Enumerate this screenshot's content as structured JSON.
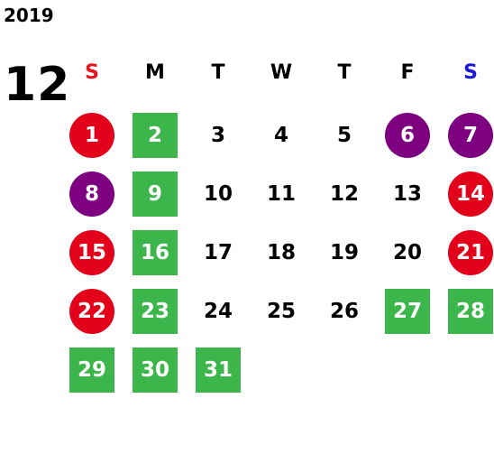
{
  "year": "2019",
  "month": "12",
  "colors": {
    "sunday_label": "#e8141e",
    "saturday_label": "#1a1ad6",
    "red_holiday": "#e2001a",
    "purple_event": "#7d0080",
    "green_day": "#3cb64a"
  },
  "weekdays": [
    "S",
    "M",
    "T",
    "W",
    "T",
    "F",
    "S"
  ],
  "days": [
    {
      "label": "1",
      "style": "red"
    },
    {
      "label": "2",
      "style": "green"
    },
    {
      "label": "3",
      "style": "plain"
    },
    {
      "label": "4",
      "style": "plain"
    },
    {
      "label": "5",
      "style": "plain"
    },
    {
      "label": "6",
      "style": "purple"
    },
    {
      "label": "7",
      "style": "purple"
    },
    {
      "label": "8",
      "style": "purple"
    },
    {
      "label": "9",
      "style": "green"
    },
    {
      "label": "10",
      "style": "plain"
    },
    {
      "label": "11",
      "style": "plain"
    },
    {
      "label": "12",
      "style": "plain"
    },
    {
      "label": "13",
      "style": "plain"
    },
    {
      "label": "14",
      "style": "red"
    },
    {
      "label": "15",
      "style": "red"
    },
    {
      "label": "16",
      "style": "green"
    },
    {
      "label": "17",
      "style": "plain"
    },
    {
      "label": "18",
      "style": "plain"
    },
    {
      "label": "19",
      "style": "plain"
    },
    {
      "label": "20",
      "style": "plain"
    },
    {
      "label": "21",
      "style": "red"
    },
    {
      "label": "22",
      "style": "red"
    },
    {
      "label": "23",
      "style": "green"
    },
    {
      "label": "24",
      "style": "plain"
    },
    {
      "label": "25",
      "style": "plain"
    },
    {
      "label": "26",
      "style": "plain"
    },
    {
      "label": "27",
      "style": "green"
    },
    {
      "label": "28",
      "style": "green"
    },
    {
      "label": "29",
      "style": "green"
    },
    {
      "label": "30",
      "style": "green"
    },
    {
      "label": "31",
      "style": "green"
    }
  ]
}
